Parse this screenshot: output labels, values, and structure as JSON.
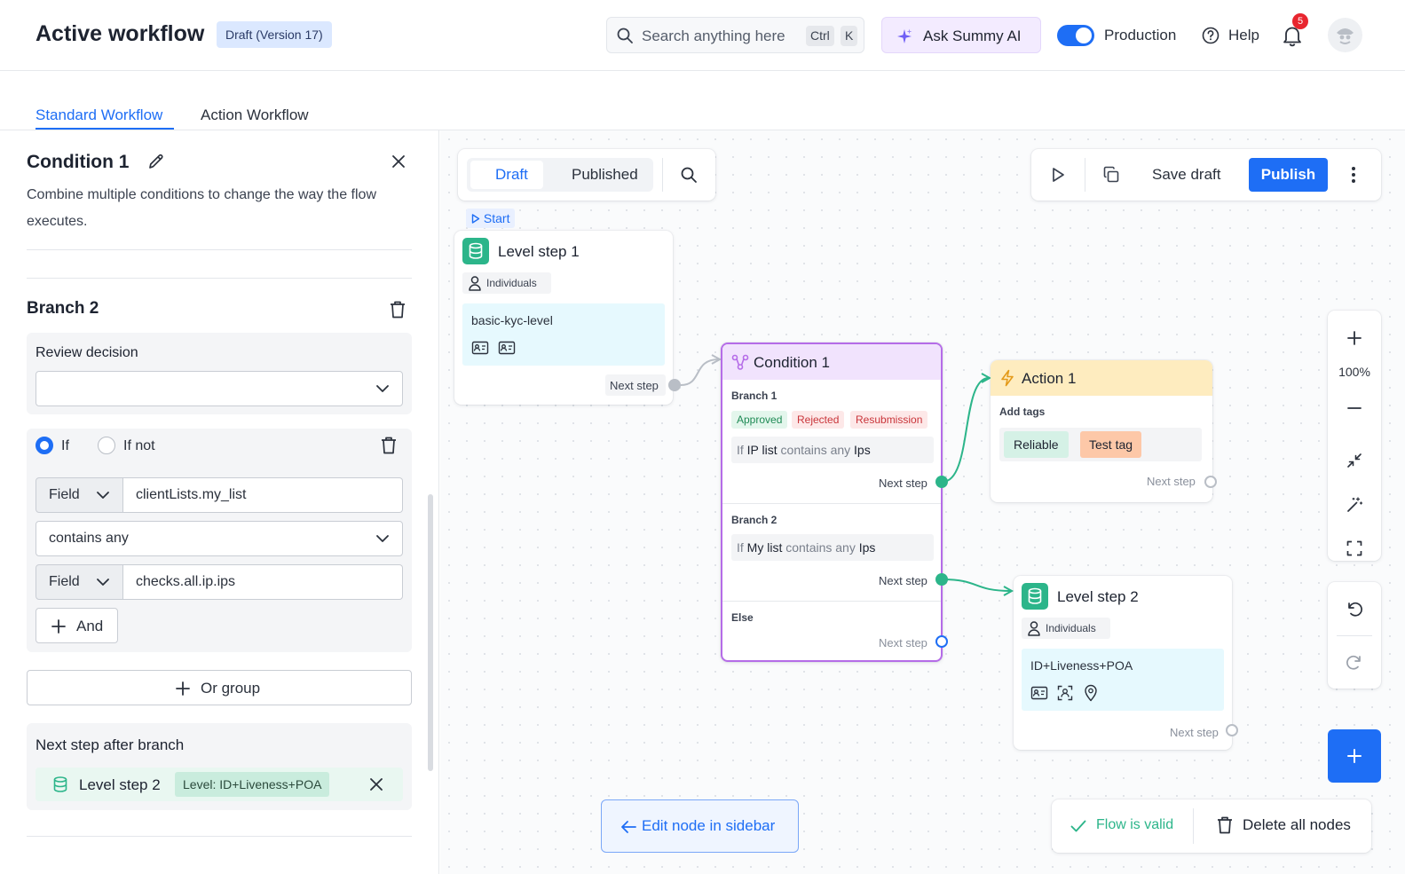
{
  "header": {
    "title": "Active workflow",
    "badge": "Draft (Version 17)",
    "search_placeholder": "Search anything here",
    "shortcut_keys": [
      "Ctrl",
      "K"
    ],
    "ai_button": "Ask Summy AI",
    "production_label": "Production",
    "production_on": true,
    "help_label": "Help",
    "notification_count": "5"
  },
  "tabs": [
    {
      "label": "Standard Workflow",
      "active": true
    },
    {
      "label": "Action Workflow",
      "active": false
    }
  ],
  "sidebar": {
    "title": "Condition 1",
    "description": "Combine multiple conditions to change the way the flow executes.",
    "branch_title": "Branch 2",
    "review_decision_label": "Review decision",
    "review_decision_value": "",
    "if_label": "If",
    "if_not_label": "If not",
    "if_selected": true,
    "rule": {
      "left_type": "Field",
      "left_value": "clientLists.my_list",
      "operator": "contains any",
      "right_type": "Field",
      "right_value": "checks.all.ip.ips"
    },
    "and_button": "And",
    "or_group_button": "Or group",
    "next_step_title": "Next step after branch",
    "next_step_name": "Level step 2",
    "next_step_level": "Level: ID+Liveness+POA"
  },
  "canvas": {
    "toolbar": {
      "draft": "Draft",
      "published": "Published",
      "save_draft": "Save draft",
      "publish": "Publish"
    },
    "start_tag": "Start",
    "level_step_1": {
      "title": "Level step 1",
      "audience": "Individuals",
      "level": "basic-kyc-level",
      "next": "Next step"
    },
    "condition_node": {
      "title": "Condition 1",
      "branch1_label": "Branch 1",
      "tags": [
        "Approved",
        "Rejected",
        "Resubmission"
      ],
      "branch1_rule": {
        "prefix": "If",
        "field": "IP list",
        "op": "contains any",
        "value": "Ips"
      },
      "branch1_next": "Next step",
      "branch2_label": "Branch 2",
      "branch2_rule": {
        "prefix": "If",
        "field": "My list",
        "op": "contains any",
        "value": "Ips"
      },
      "branch2_next": "Next step",
      "else_label": "Else",
      "else_next": "Next step"
    },
    "action_node": {
      "title": "Action 1",
      "subtitle": "Add tags",
      "tags": [
        "Reliable",
        "Test tag"
      ],
      "next": "Next step"
    },
    "level_step_2": {
      "title": "Level step 2",
      "audience": "Individuals",
      "level": "ID+Liveness+POA",
      "next": "Next step"
    },
    "zoom_level": "100%",
    "edit_node_button": "Edit node in sidebar",
    "flow_status": "Flow is valid",
    "delete_all": "Delete all nodes"
  },
  "colors": {
    "accent": "#1e6ef5",
    "condition": "#b56ce8",
    "action": "#f5b73b",
    "level": "#2cb58a",
    "valid": "#2cb58a"
  }
}
